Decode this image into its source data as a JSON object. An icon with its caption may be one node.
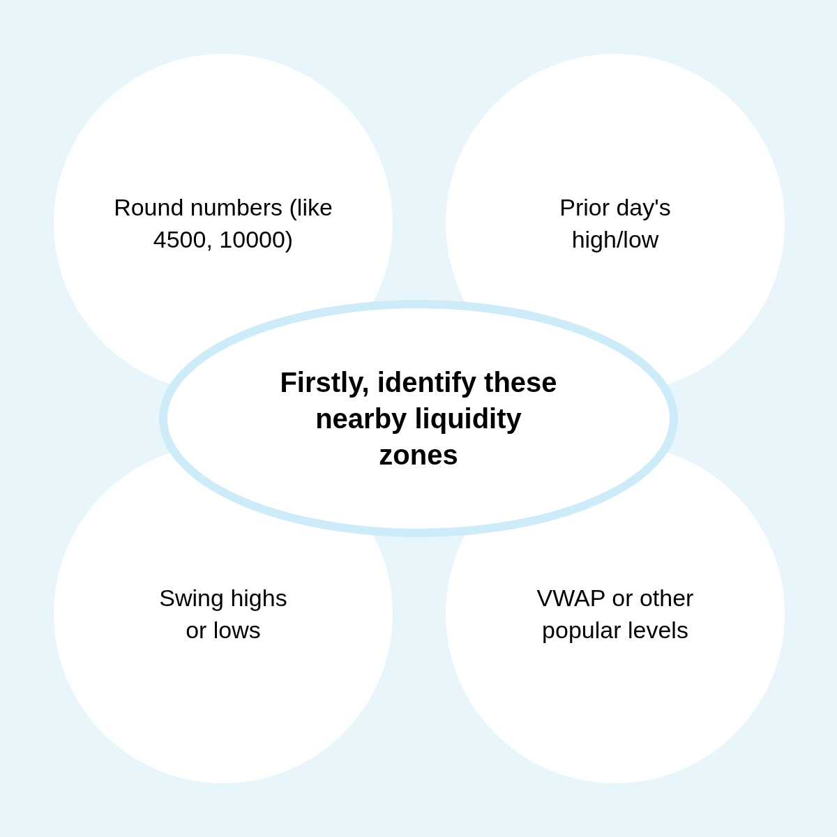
{
  "diagram": {
    "nodes": [
      {
        "text": [
          "Round numbers (like 4500, 10000)"
        ]
      },
      {
        "text": [
          "Prior day's high/low"
        ]
      },
      {
        "text": [
          "Firstly, identify these nearby liquidity zones"
        ]
      },
      {
        "text": [
          "Swing highs or lows"
        ]
      },
      {
        "text": [
          "VWAP or other popular levels"
        ]
      }
    ]
  }
}
